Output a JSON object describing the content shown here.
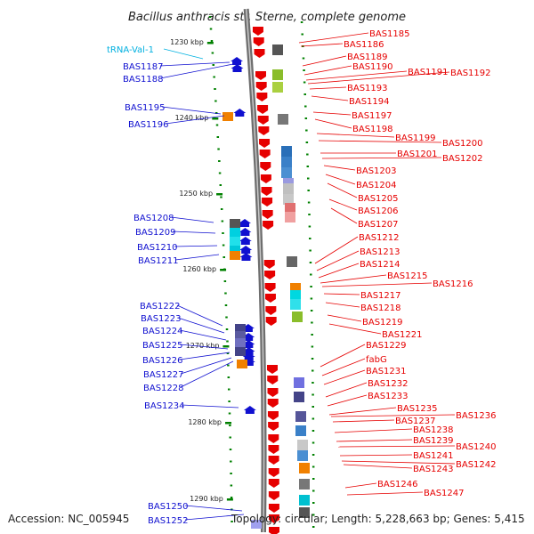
{
  "title": "Bacillus anthracis str. Sterne, complete genome",
  "accession": "Accession: NC_005945",
  "topology": "Topology: circular; Length: 5,228,663 bp; Genes: 5,415",
  "colors": {
    "forward": "#e60000",
    "reverse": "#1010d0",
    "trna": "#00b0e0",
    "backbone": "#8c8c8c",
    "tick": "#008000"
  },
  "kbp_ticks": [
    "1230 kbp",
    "1240 kbp",
    "1250 kbp",
    "1260 kbp",
    "1270 kbp",
    "1280 kbp",
    "1290 kbp"
  ],
  "reverse_labels": [
    {
      "name": "tRNA-Val-1",
      "type": "trna"
    },
    {
      "name": "BAS1187"
    },
    {
      "name": "BAS1188"
    },
    {
      "name": "BAS1195"
    },
    {
      "name": "BAS1196"
    },
    {
      "name": "BAS1208"
    },
    {
      "name": "BAS1209"
    },
    {
      "name": "BAS1210"
    },
    {
      "name": "BAS1211"
    },
    {
      "name": "BAS1222"
    },
    {
      "name": "BAS1223"
    },
    {
      "name": "BAS1224"
    },
    {
      "name": "BAS1225"
    },
    {
      "name": "BAS1226"
    },
    {
      "name": "BAS1227"
    },
    {
      "name": "BAS1228"
    },
    {
      "name": "BAS1234"
    },
    {
      "name": "BAS1250"
    },
    {
      "name": "BAS1252"
    }
  ],
  "forward_labels": [
    "BAS1185",
    "BAS1186",
    "BAS1189",
    "BAS1190",
    "BAS1191",
    "BAS1192",
    "BAS1193",
    "BAS1194",
    "BAS1197",
    "BAS1198",
    "BAS1199",
    "BAS1200",
    "BAS1201",
    "BAS1202",
    "BAS1203",
    "BAS1204",
    "BAS1205",
    "BAS1206",
    "BAS1207",
    "BAS1212",
    "BAS1213",
    "BAS1214",
    "BAS1215",
    "BAS1216",
    "BAS1217",
    "BAS1218",
    "BAS1219",
    "BAS1221",
    "BAS1229",
    "fabG",
    "BAS1231",
    "BAS1232",
    "BAS1233",
    "BAS1235",
    "BAS1236",
    "BAS1237",
    "BAS1238",
    "BAS1239",
    "BAS1240",
    "BAS1241",
    "BAS1242",
    "BAS1243",
    "BAS1246",
    "BAS1247"
  ]
}
